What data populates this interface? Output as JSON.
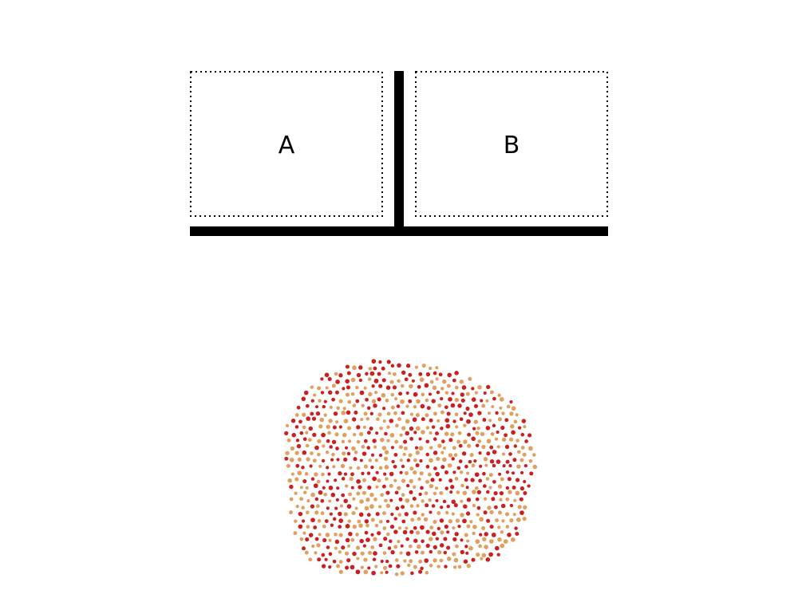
{
  "zones": {
    "left": {
      "label": "A"
    },
    "right": {
      "label": "B"
    }
  },
  "colors": {
    "background": "#ffffff",
    "walls": "#000000",
    "zone_border": "#000000",
    "dot_primary": "#cc1f1f",
    "dot_secondary": "#e0a060"
  },
  "particles": {
    "count": 900,
    "colors": [
      "#cc1f1f",
      "#e0a060"
    ],
    "color_mix": [
      0.5,
      0.5
    ]
  }
}
